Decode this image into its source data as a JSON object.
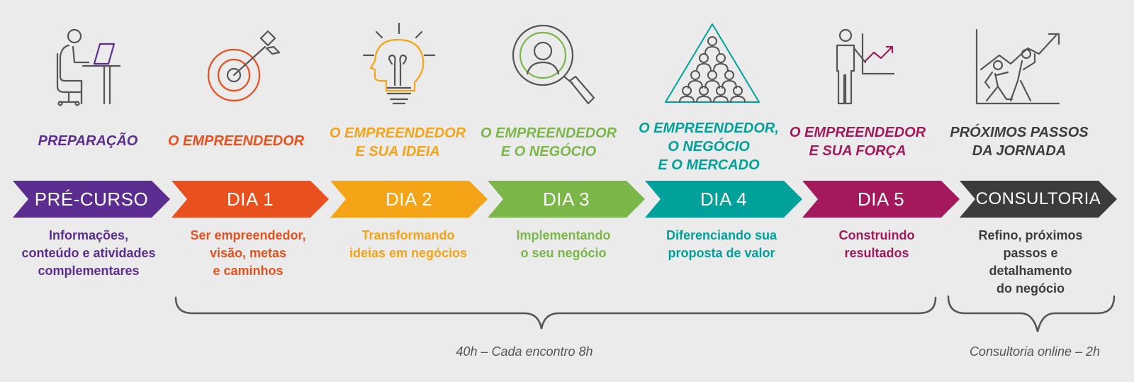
{
  "colors": {
    "preparacao": "#5c2d91",
    "dia1": "#e8501e",
    "dia2": "#f4a416",
    "dia3": "#7ab648",
    "dia4": "#00a19a",
    "dia5": "#a3195b",
    "consultoria": "#3c3c3c",
    "line": "#555555"
  },
  "stages": [
    {
      "key": "preparacao",
      "icon": "person-at-laptop-icon",
      "heading": "PREPARAÇÃO",
      "arrow": "PRÉ-CURSO",
      "description": "Informações,\nconteúdo e atividades\ncomplementares"
    },
    {
      "key": "dia1",
      "icon": "target-with-arrow-icon",
      "heading": "O EMPREENDEDOR",
      "arrow": "DIA 1",
      "description": "Ser empreendedor,\nvisão, metas\ne caminhos"
    },
    {
      "key": "dia2",
      "icon": "lightbulb-head-icon",
      "heading": "O EMPREENDEDOR\nE SUA IDEIA",
      "arrow": "DIA 2",
      "description": "Transformando\nideias em negócios"
    },
    {
      "key": "dia3",
      "icon": "magnifier-person-icon",
      "heading": "O EMPREENDEDOR\nE O NEGÓCIO",
      "arrow": "DIA 3",
      "description": "Implementando\no seu negócio"
    },
    {
      "key": "dia4",
      "icon": "people-pyramid-icon",
      "heading": "O EMPREENDEDOR,\nO NEGÓCIO\nE O MERCADO",
      "arrow": "DIA 4",
      "description": "Diferenciando sua\nproposta de valor"
    },
    {
      "key": "dia5",
      "icon": "presenter-growth-chart-icon",
      "heading": "O EMPREENDEDOR\nE SUA FORÇA",
      "arrow": "DIA 5",
      "description": "Construindo\nresultados"
    },
    {
      "key": "consultoria",
      "icon": "climbing-growth-chart-icon",
      "heading": "PRÓXIMOS PASSOS\nDA JORNADA",
      "arrow": "CONSULTORIA",
      "description": "Refino, próximos\npassos e\ndetalhamento\ndo negócio"
    }
  ],
  "notes": {
    "course": "40h – Cada encontro 8h",
    "consulting": "Consultoria online – 2h"
  }
}
